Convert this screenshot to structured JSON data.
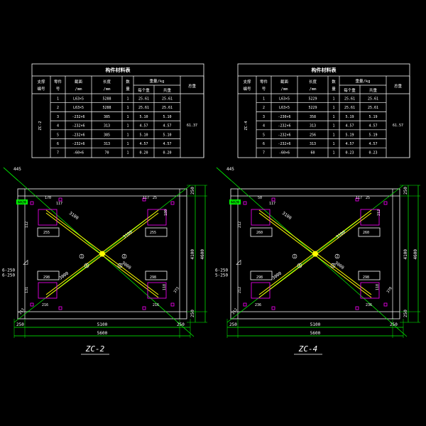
{
  "colors": {
    "background": "#000000",
    "line_white": "#ffffff",
    "dim_green": "#00ff00",
    "member_yellow": "#ffff00",
    "plate_magenta": "#ff00ff",
    "tag_green": "#00ff00"
  },
  "drawings": [
    {
      "id": "zc2",
      "table": {
        "title": "构件材料表",
        "headers": {
          "support_no": [
            "支撑",
            "编号"
          ],
          "part_no": [
            "零件",
            "号"
          ],
          "section": [
            "截面",
            "/mm"
          ],
          "length": [
            "长度",
            "/mm"
          ],
          "qty": [
            "数",
            "量"
          ],
          "weight": "重量/kg",
          "each": "每个重",
          "total": "共重",
          "sum": "总重"
        },
        "support_label": "ZC-2",
        "total_weight": "61.37",
        "rows": [
          {
            "no": "1",
            "section": "L63×5",
            "length": "5288",
            "qty": "1",
            "each": "25.61",
            "total": "25.61"
          },
          {
            "no": "2",
            "section": "L63×5",
            "length": "5288",
            "qty": "1",
            "each": "25.61",
            "total": "25.61"
          },
          {
            "no": "3",
            "section": "-232×6",
            "length": "385",
            "qty": "1",
            "each": "5.10",
            "total": "5.10"
          },
          {
            "no": "4",
            "section": "-232×6",
            "length": "313",
            "qty": "1",
            "each": "4.57",
            "total": "4.57"
          },
          {
            "no": "5",
            "section": "-232×6",
            "length": "385",
            "qty": "1",
            "each": "5.10",
            "total": "5.10"
          },
          {
            "no": "6",
            "section": "-232×6",
            "length": "313",
            "qty": "1",
            "each": "4.57",
            "total": "4.57"
          },
          {
            "no": "7",
            "section": "-60×6",
            "length": "70",
            "qty": "1",
            "each": "0.20",
            "total": "0.20"
          }
        ]
      },
      "tag": "6820",
      "dims": {
        "bottom_inner": "5100",
        "bottom_total": "5600",
        "bottom_left": "250",
        "bottom_right": "250",
        "right_total": "4600",
        "right_inner": "4100",
        "right_top": "250",
        "right_bottom": "250",
        "diag_top": "445",
        "diag_len_a": "3100",
        "diag_len_b": "3100",
        "diag_len_c": "3000",
        "diag_len_d": "3000",
        "left_a": "6-250",
        "left_b": "6-250",
        "d_170": "170",
        "d_117": "117",
        "d_25a": "25",
        "d_180": "180",
        "d_112": "112",
        "d_255": "255",
        "d_298": "298",
        "d_118": "118",
        "d_216": "216",
        "d_131": "131",
        "d_373": "373",
        "d_213": "213"
      },
      "caption": "ZC-2"
    },
    {
      "id": "zc4",
      "table": {
        "title": "构件材料表",
        "headers": {
          "support_no": [
            "支撑",
            "编号"
          ],
          "part_no": [
            "零件",
            "号"
          ],
          "section": [
            "截面",
            "/mm"
          ],
          "length": [
            "长度",
            "/mm"
          ],
          "qty": [
            "数",
            "量"
          ],
          "weight": "重量/kg",
          "each": "每个重",
          "total": "共重",
          "sum": "总重"
        },
        "support_label": "ZC-4",
        "total_weight": "61.57",
        "rows": [
          {
            "no": "1",
            "section": "L63×5",
            "length": "5229",
            "qty": "1",
            "each": "25.61",
            "total": "25.61"
          },
          {
            "no": "2",
            "section": "L63×5",
            "length": "5229",
            "qty": "1",
            "each": "25.61",
            "total": "25.61"
          },
          {
            "no": "3",
            "section": "-230×6",
            "length": "358",
            "qty": "1",
            "each": "5.19",
            "total": "5.19"
          },
          {
            "no": "4",
            "section": "-232×6",
            "length": "313",
            "qty": "1",
            "each": "4.57",
            "total": "4.57"
          },
          {
            "no": "5",
            "section": "-232×6",
            "length": "256",
            "qty": "1",
            "each": "5.19",
            "total": "5.19"
          },
          {
            "no": "6",
            "section": "-232×6",
            "length": "313",
            "qty": "1",
            "each": "4.57",
            "total": "4.57"
          },
          {
            "no": "7",
            "section": "-60×6",
            "length": "60",
            "qty": "1",
            "each": "0.23",
            "total": "0.23"
          }
        ]
      },
      "tag": "6820",
      "dims": {
        "bottom_inner": "5100",
        "bottom_total": "5600",
        "bottom_left": "250",
        "bottom_right": "250",
        "right_total": "4600",
        "right_inner": "4100",
        "right_top": "250",
        "right_bottom": "250",
        "diag_top": "445",
        "diag_len_a": "3100",
        "diag_len_b": "3100",
        "diag_len_c": "3000",
        "diag_len_d": "3000",
        "left_a": "6-250",
        "left_b": "5-250",
        "d_170": "50",
        "d_117": "117",
        "d_25a": "25",
        "d_180": "212",
        "d_112": "212",
        "d_255": "260",
        "d_298": "298",
        "d_118": "118",
        "d_216": "236",
        "d_131": "212",
        "d_373": "378",
        "d_213": "212"
      },
      "caption": "ZC-4"
    }
  ]
}
